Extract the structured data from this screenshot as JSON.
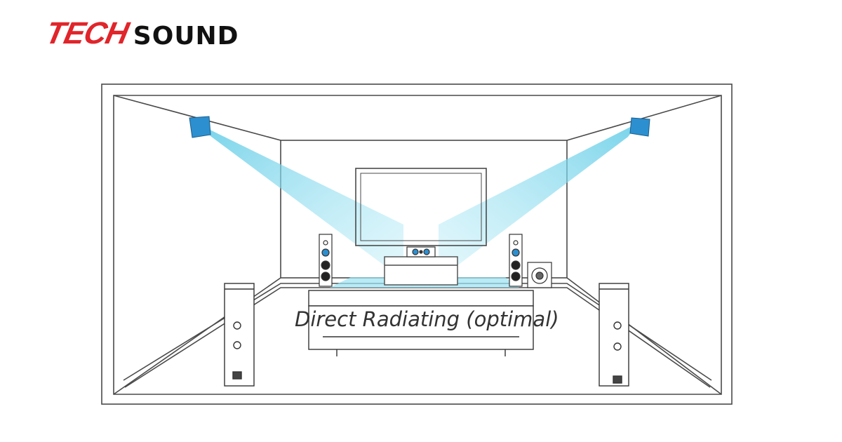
{
  "brand": {
    "tech_text": "TECH",
    "sound_text": "SOUND",
    "tech_color": "#e0252b",
    "sound_color": "#111111"
  },
  "diagram": {
    "caption": "Direct Radiating (optimal)",
    "beam_color": "#7fd8ec",
    "speaker_color": "#2c8fd0",
    "line_color": "#4a4a4a"
  }
}
